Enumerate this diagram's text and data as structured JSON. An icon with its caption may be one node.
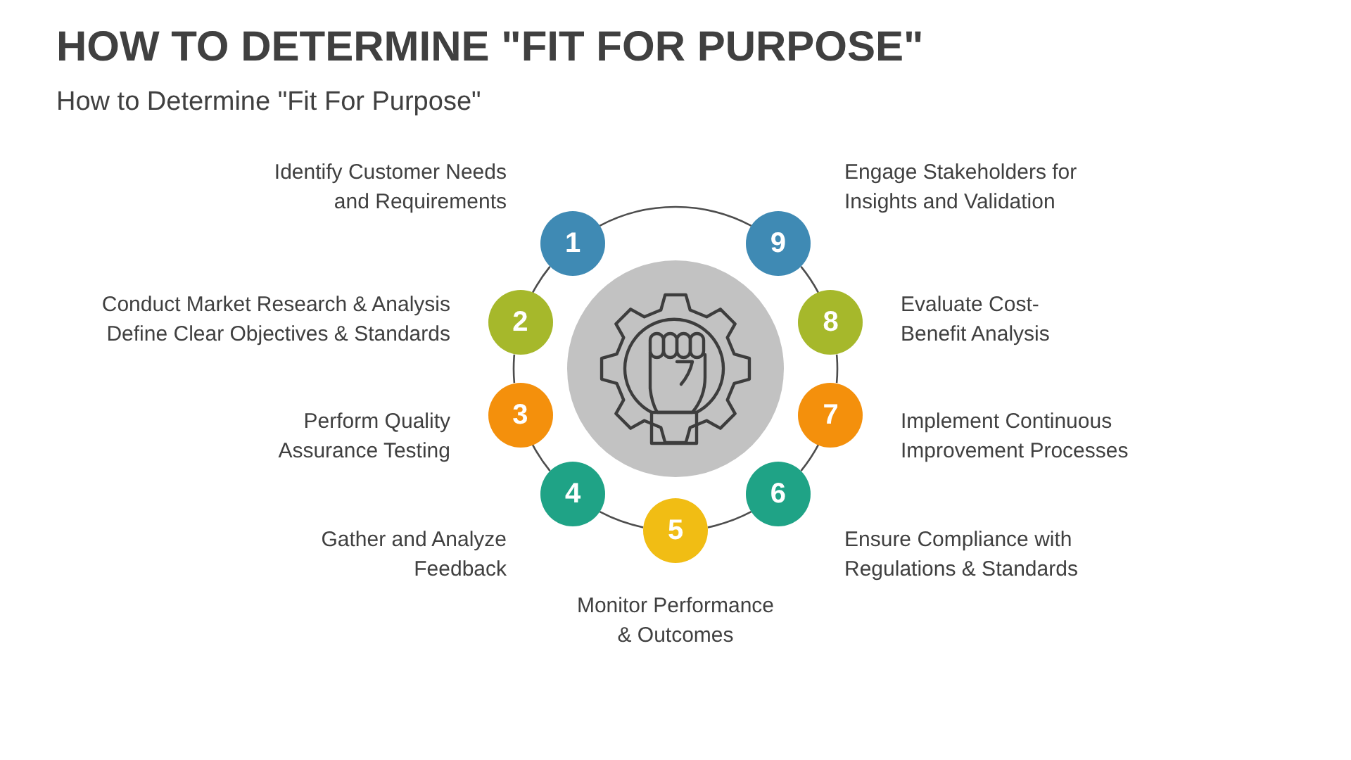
{
  "diagram": {
    "title": "HOW TO DETERMINE \"FIT FOR PURPOSE\"",
    "nodes": [
      {
        "text": [
          "1"
        ],
        "beside": [
          "Identify Customer Needs and Requirements"
        ]
      },
      {
        "text": [
          "2"
        ],
        "beside": [
          "Conduct Market Research & Analysis Define Clear Objectives & Standards"
        ]
      },
      {
        "text": [
          "3"
        ],
        "beside": [
          "Perform Quality Assurance Testing"
        ]
      },
      {
        "text": [
          "4"
        ],
        "beside": [
          "Gather and Analyze Feedback"
        ]
      },
      {
        "text": [
          "5"
        ],
        "beside": [
          "Monitor Performance & Outcomes"
        ]
      },
      {
        "text": [
          "6"
        ],
        "beside": [
          "Ensure Compliance with Regulations & Standards"
        ]
      },
      {
        "text": [
          "7"
        ],
        "beside": [
          "Implement Continuous Improvement Processes"
        ]
      },
      {
        "text": [
          "8"
        ],
        "beside": [
          "Evaluate Cost-Benefit Analysis"
        ]
      },
      {
        "text": [
          "9"
        ],
        "beside": [
          "Engage Stakeholders for Insights and Validation"
        ]
      }
    ],
    "edges": [
      {
        "from": 0,
        "to": 1,
        "arrow": "none"
      },
      {
        "from": 1,
        "to": 2,
        "arrow": "none"
      },
      {
        "from": 2,
        "to": 3,
        "arrow": "none"
      },
      {
        "from": 3,
        "to": 4,
        "arrow": "none"
      },
      {
        "from": 4,
        "to": 5,
        "arrow": "none"
      },
      {
        "from": 5,
        "to": 6,
        "arrow": "none"
      },
      {
        "from": 6,
        "to": 7,
        "arrow": "none"
      },
      {
        "from": 7,
        "to": 8,
        "arrow": "none"
      },
      {
        "from": 8,
        "to": 0,
        "arrow": "none"
      }
    ],
    "labels": [
      "How to Determine \"Fit For Purpose\""
    ]
  }
}
